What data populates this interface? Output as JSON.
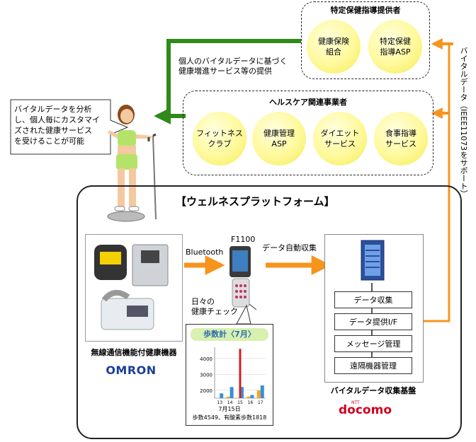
{
  "provider_group": {
    "title": "特定保健指導提供者",
    "items": [
      "健康保険\n組合",
      "特定保健\n指導ASP"
    ]
  },
  "healthcare_group": {
    "title": "ヘルスケア関連事業者",
    "items": [
      "フィットネス\nクラブ",
      "健康管理\nASP",
      "ダイエット\nサービス",
      "食事指導\nサービス"
    ]
  },
  "labels": {
    "service_note": "個人のバイタルデータに基づく\n健康増進サービス等の提供",
    "user_note": "バイタルデータを分析\nし、個人毎にカスタマイ\nズされた健康サービス\nを受けることが可能",
    "vertical_note": "バイタルデータ（IEEE11073をサポート）",
    "bluetooth": "Bluetooth",
    "phone_model": "F1100",
    "auto_collect": "データ自動収集",
    "daily_check": "日々の\n健康チェック"
  },
  "platform": {
    "title": "【ウェルネスプラットフォーム】",
    "devices_caption": "無線通信機能付健康機器",
    "omron_logo": "OMRON",
    "server_stack": [
      "データ収集",
      "データ提供I/F",
      "メッセージ管理",
      "遠隔機器管理"
    ],
    "server_caption": "バイタルデータ収集基盤",
    "docomo_logo": "docomo",
    "ntt_mark": "NTT"
  },
  "chart_data": {
    "type": "bar",
    "title": "歩数計〈7月〉",
    "categories": [
      "13",
      "14",
      "15",
      "16",
      "17"
    ],
    "series": [
      {
        "color": "#f5a623",
        "values": [
          1000,
          1600,
          1500,
          1600,
          2000
        ]
      },
      {
        "color": "#3a8fd6",
        "values": [
          1800,
          2200,
          2200,
          1700,
          2300
        ]
      },
      {
        "color": "#d02020",
        "values": [
          0,
          0,
          4600,
          0,
          0
        ]
      }
    ],
    "yticks": [
      2000,
      3000,
      4000
    ],
    "ylim": [
      1500,
      4700
    ],
    "footer_date": "7月15日",
    "footer_stats": "歩数4549、有酸素歩数1818"
  },
  "colors": {
    "green_arrow": "#2f8a1a",
    "orange_arrow": "#f7941d",
    "circle": "#fff99a"
  }
}
